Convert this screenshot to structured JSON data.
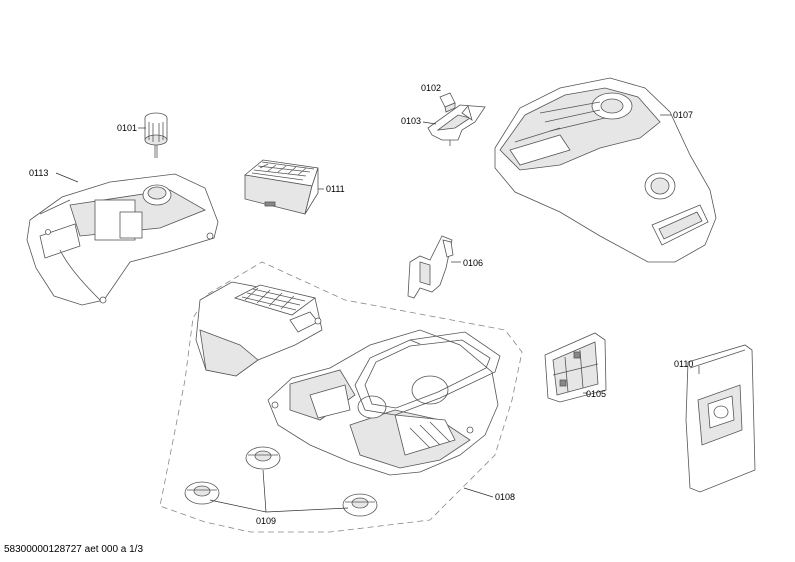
{
  "parts": {
    "p0101": "0101",
    "p0102": "0102",
    "p0103": "0103",
    "p0105": "0105",
    "p0106": "0106",
    "p0107": "0107",
    "p0108": "0108",
    "p0109": "0109",
    "p0110": "0110",
    "p0111": "0111",
    "p0113": "0113"
  },
  "footer": {
    "doc_id": "58300000128727 aet 000 a 1/3"
  }
}
